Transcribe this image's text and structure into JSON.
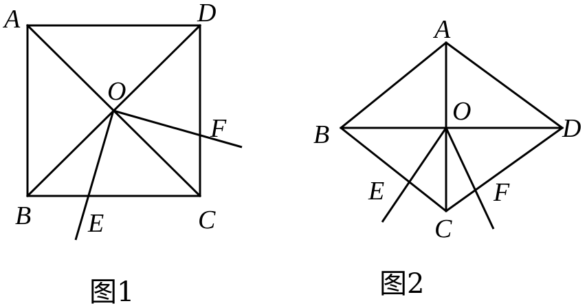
{
  "figure1": {
    "caption": "图1",
    "points": {
      "A": "A",
      "B": "B",
      "C": "C",
      "D": "D",
      "O": "O",
      "E": "E",
      "F": "F"
    }
  },
  "figure2": {
    "caption": "图2",
    "points": {
      "A": "A",
      "B": "B",
      "C": "C",
      "D": "D",
      "O": "O",
      "E": "E",
      "F": "F"
    }
  }
}
